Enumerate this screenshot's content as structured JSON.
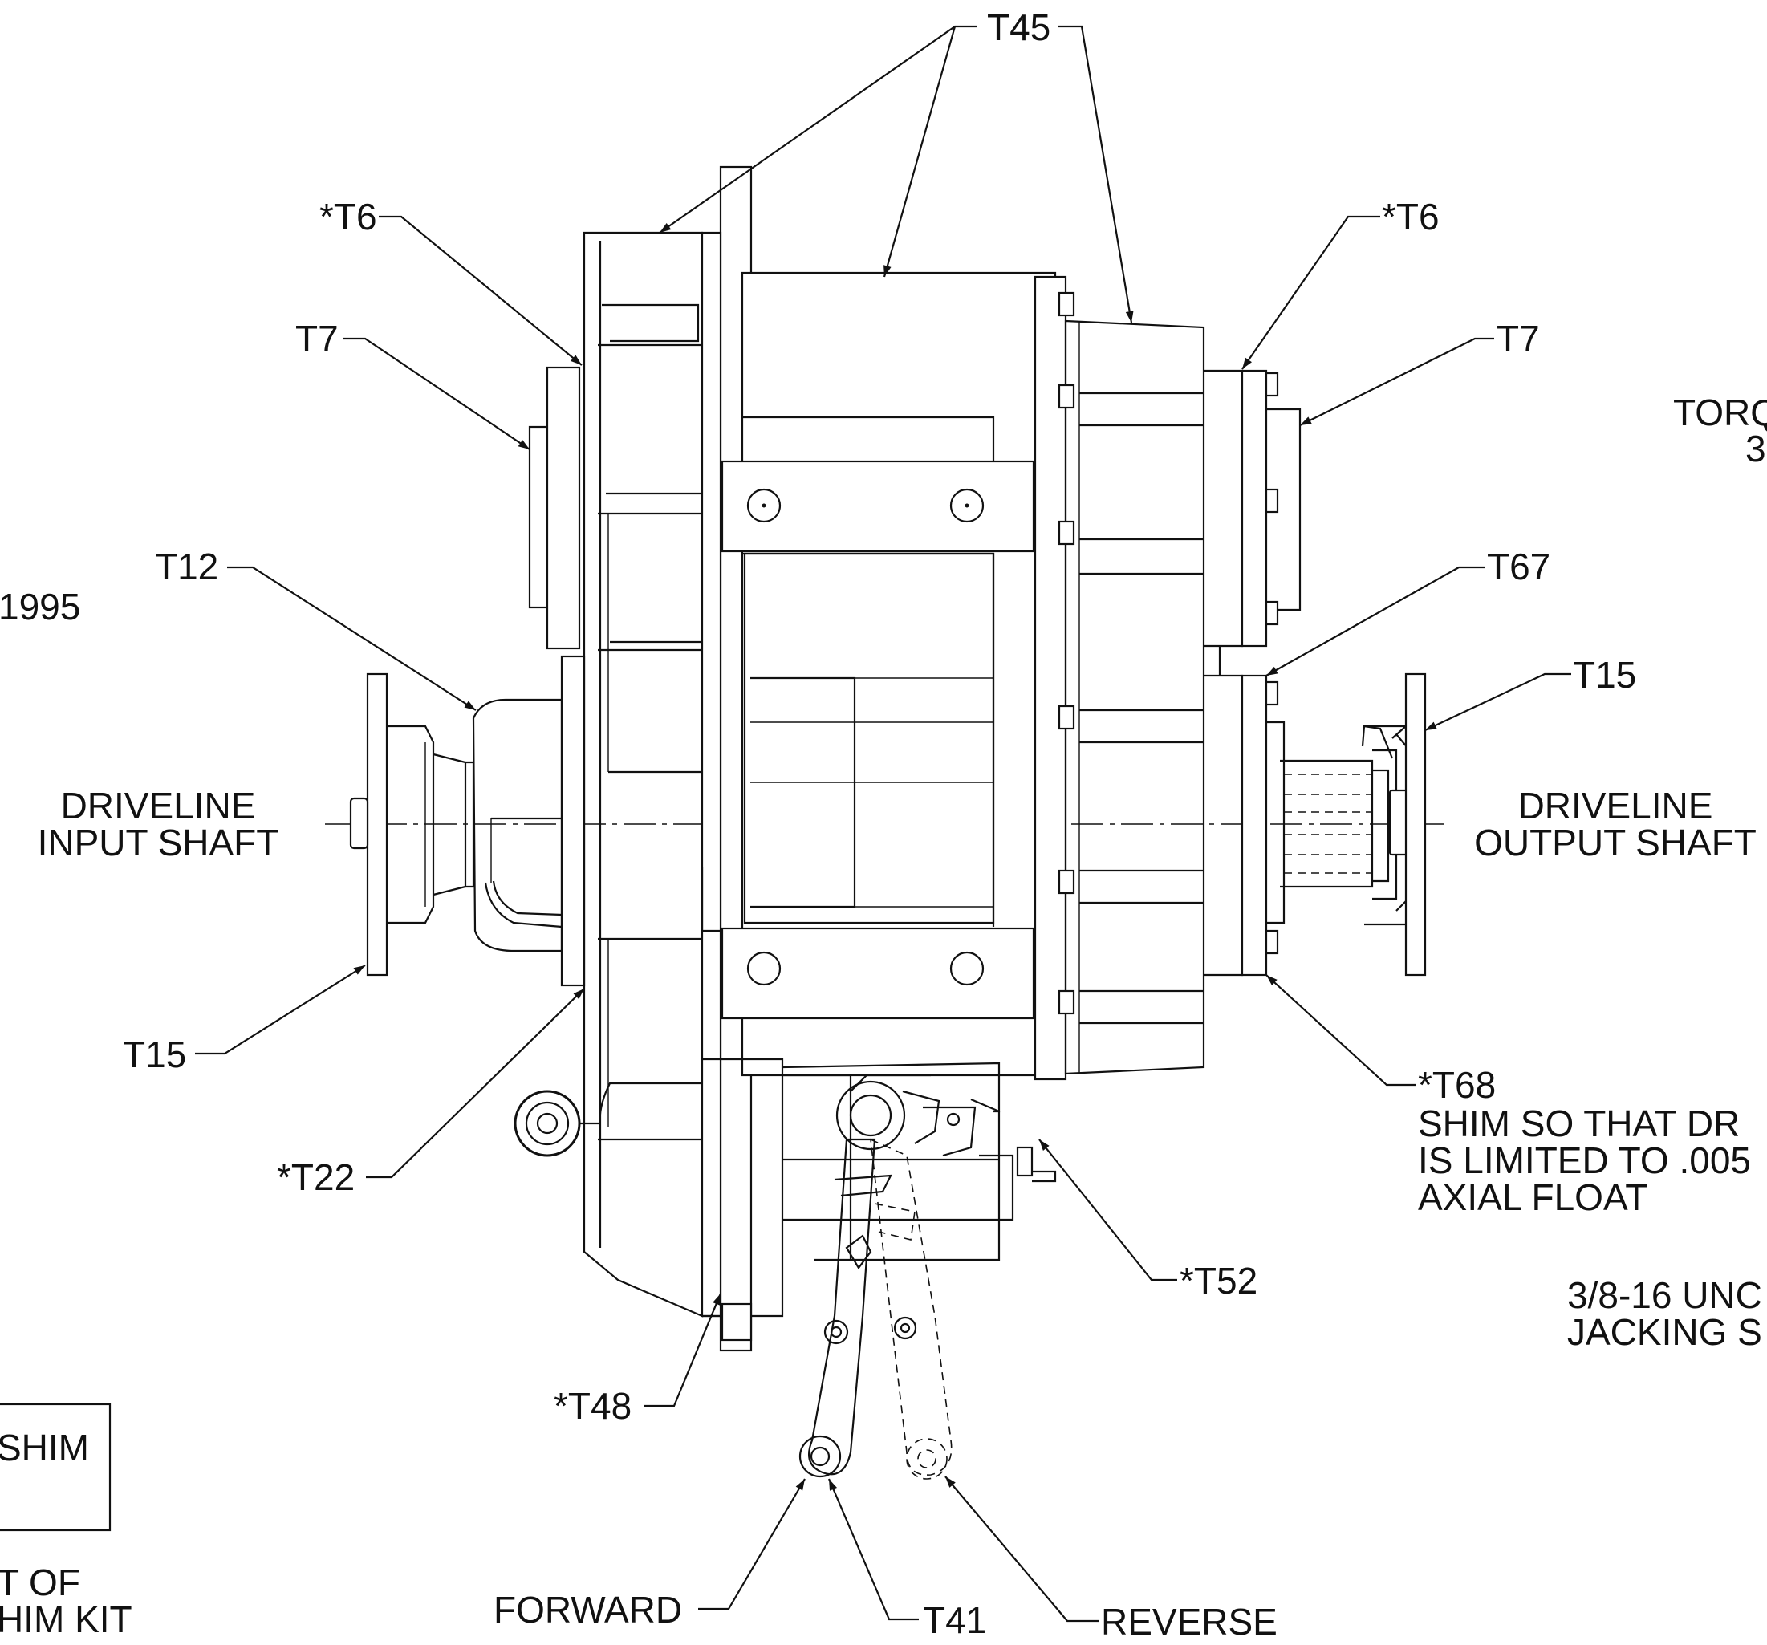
{
  "labels": {
    "t45": "T45",
    "t6_left": "*T6",
    "t6_right": "*T6",
    "t7_left": "T7",
    "t7_right": "T7",
    "t12": "T12",
    "t67": "T67",
    "t15_right": "T15",
    "t15_left": "T15",
    "year": "1995",
    "torq_1": "TORQ",
    "torq_2": "3",
    "input_1": "DRIVELINE",
    "input_2": "INPUT SHAFT",
    "output_1": "DRIVELINE",
    "output_2": "OUTPUT SHAFT",
    "t68": "*T68",
    "shim_note_1": "SHIM SO THAT DR",
    "shim_note_2": "IS LIMITED TO .005",
    "shim_note_3": "AXIAL FLOAT",
    "t22": "*T22",
    "t52": "*T52",
    "unc_1": "3/8-16 UNC",
    "unc_2": "JACKING S",
    "t48": "*T48",
    "shim_box": "SHIM",
    "kit_1": "T OF",
    "kit_2": "HIM KIT",
    "forward": "FORWARD",
    "t41": "T41",
    "reverse": "REVERSE"
  }
}
